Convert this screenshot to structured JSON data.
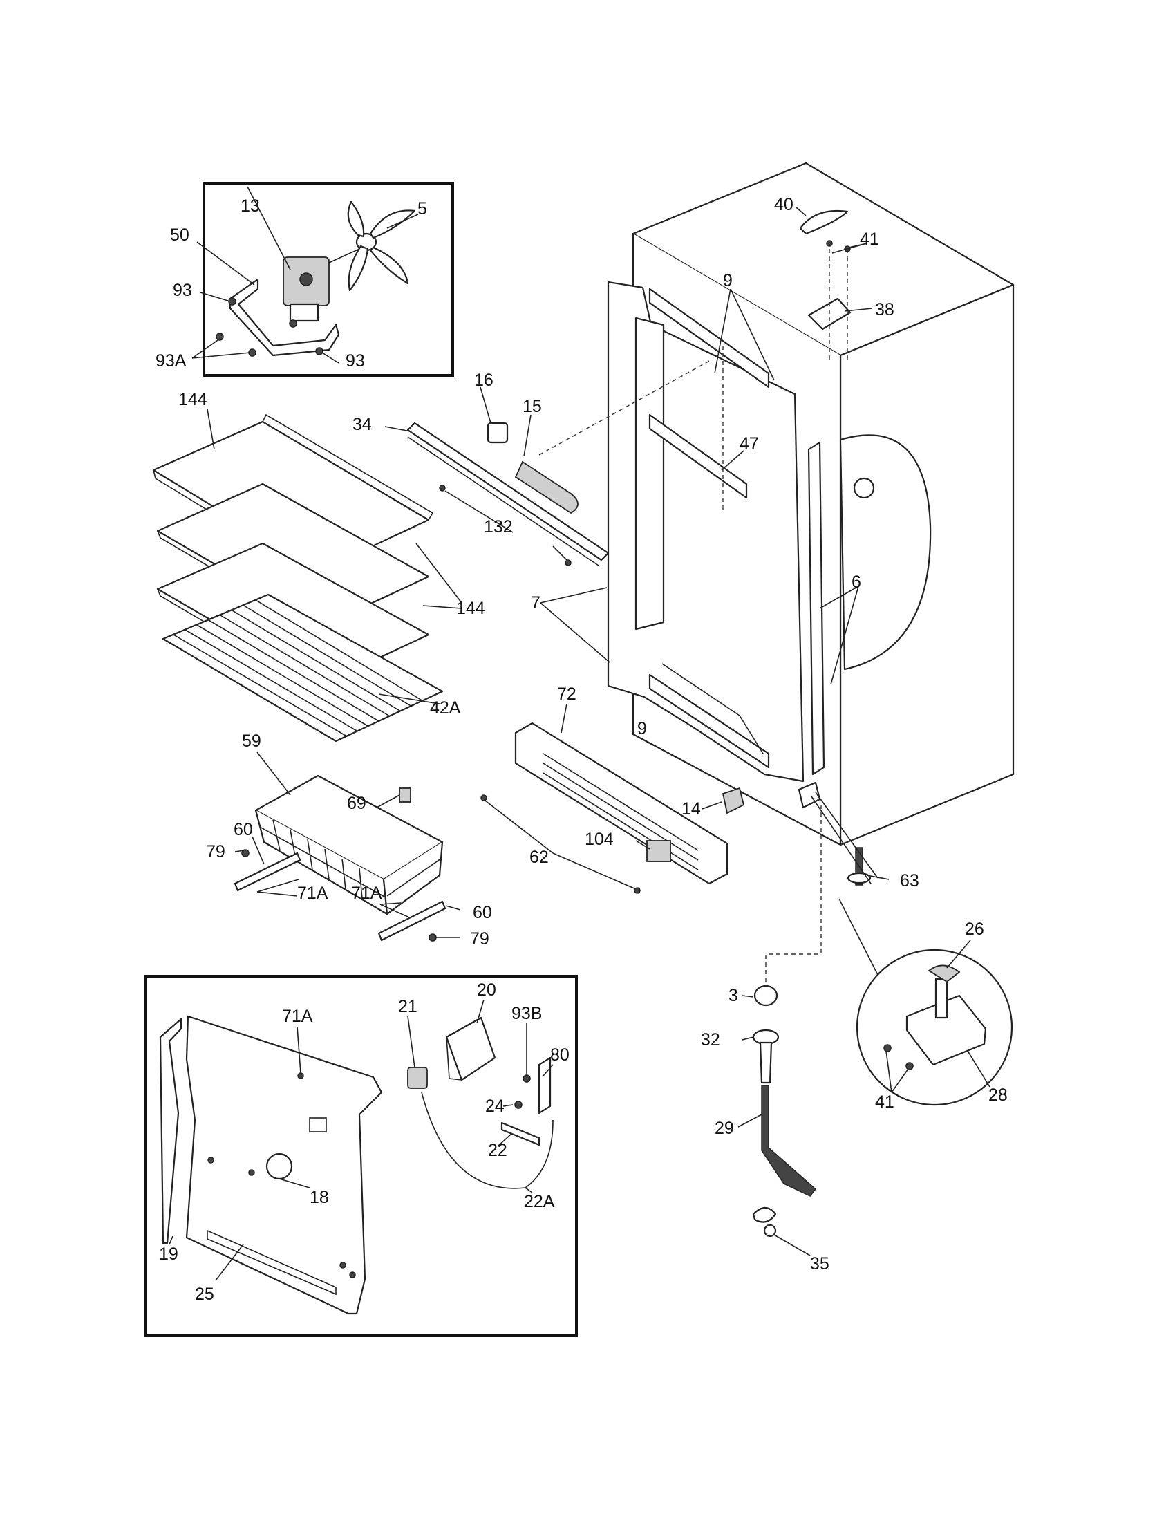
{
  "callouts": [
    {
      "id": "c-13",
      "text": "13"
    },
    {
      "id": "c-5",
      "text": "5"
    },
    {
      "id": "c-50",
      "text": "50"
    },
    {
      "id": "c-93a",
      "text": "93"
    },
    {
      "id": "c-93A",
      "text": "93A"
    },
    {
      "id": "c-93b",
      "text": "93"
    },
    {
      "id": "c-144a",
      "text": "144"
    },
    {
      "id": "c-144b",
      "text": "144"
    },
    {
      "id": "c-42A",
      "text": "42A"
    },
    {
      "id": "c-16",
      "text": "16"
    },
    {
      "id": "c-15",
      "text": "15"
    },
    {
      "id": "c-34",
      "text": "34"
    },
    {
      "id": "c-132",
      "text": "132"
    },
    {
      "id": "c-7",
      "text": "7"
    },
    {
      "id": "c-9a",
      "text": "9"
    },
    {
      "id": "c-9b",
      "text": "9"
    },
    {
      "id": "c-47",
      "text": "47"
    },
    {
      "id": "c-6",
      "text": "6"
    },
    {
      "id": "c-40",
      "text": "40"
    },
    {
      "id": "c-41a",
      "text": "41"
    },
    {
      "id": "c-38",
      "text": "38"
    },
    {
      "id": "c-72",
      "text": "72"
    },
    {
      "id": "c-14",
      "text": "14"
    },
    {
      "id": "c-104",
      "text": "104"
    },
    {
      "id": "c-62",
      "text": "62"
    },
    {
      "id": "c-63",
      "text": "63"
    },
    {
      "id": "c-59",
      "text": "59"
    },
    {
      "id": "c-69",
      "text": "69"
    },
    {
      "id": "c-60a",
      "text": "60"
    },
    {
      "id": "c-79a",
      "text": "79"
    },
    {
      "id": "c-71Aa",
      "text": "71A"
    },
    {
      "id": "c-71Ab",
      "text": "71A"
    },
    {
      "id": "c-60b",
      "text": "60"
    },
    {
      "id": "c-79b",
      "text": "79"
    },
    {
      "id": "c-71Ac",
      "text": "71A"
    },
    {
      "id": "c-21",
      "text": "21"
    },
    {
      "id": "c-20",
      "text": "20"
    },
    {
      "id": "c-93B",
      "text": "93B"
    },
    {
      "id": "c-80",
      "text": "80"
    },
    {
      "id": "c-24",
      "text": "24"
    },
    {
      "id": "c-22",
      "text": "22"
    },
    {
      "id": "c-22A",
      "text": "22A"
    },
    {
      "id": "c-18",
      "text": "18"
    },
    {
      "id": "c-19",
      "text": "19"
    },
    {
      "id": "c-25",
      "text": "25"
    },
    {
      "id": "c-26",
      "text": "26"
    },
    {
      "id": "c-28",
      "text": "28"
    },
    {
      "id": "c-41b",
      "text": "41"
    },
    {
      "id": "c-3",
      "text": "3"
    },
    {
      "id": "c-32",
      "text": "32"
    },
    {
      "id": "c-29",
      "text": "29"
    },
    {
      "id": "c-35",
      "text": "35"
    }
  ]
}
